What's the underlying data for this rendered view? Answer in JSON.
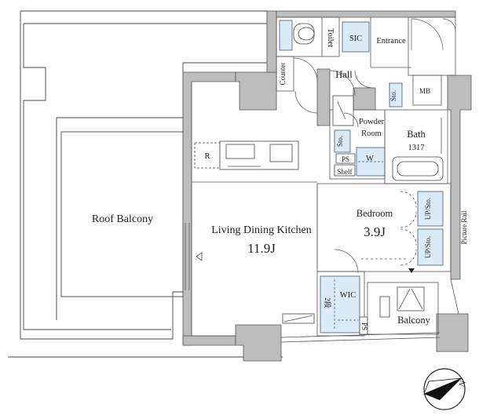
{
  "rooms": {
    "roof_balcony": "Roof Balcony",
    "ldk": "Living Dining Kitchen",
    "ldk_area": "11.9J",
    "bedroom": "Bedroom",
    "bedroom_area": "3.9J",
    "bath": "Bath",
    "bath_size": "1317",
    "powder": "Powder",
    "powder2": "Room",
    "toilet": "Toilet",
    "hall": "Hall",
    "entrance": "Entrance",
    "sic": "SIC",
    "wic": "WIC",
    "balcony": "Balcony",
    "mb": "MB",
    "counter": "Counter",
    "sto": "Sto.",
    "ps": "PS",
    "w": "W",
    "shelf": "Shelf",
    "r": "R",
    "up_sto": "UP/Sto.",
    "picture_rail": "Picture Rail",
    "shelf2": "2段",
    "north": "N"
  }
}
